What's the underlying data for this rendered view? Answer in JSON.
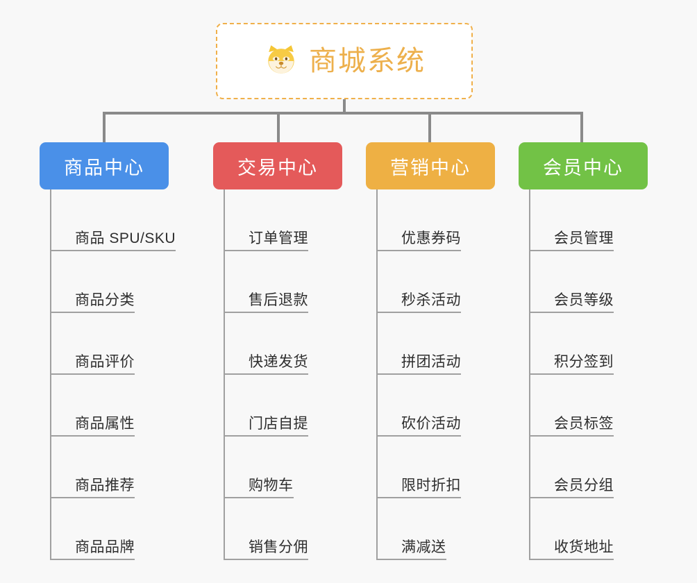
{
  "page": {
    "background_color": "#f8f8f8",
    "title": "商城系统"
  },
  "root": {
    "label": "商城系统",
    "icon": "shiba-dog-icon",
    "text_color": "#edb04c",
    "border_color": "#f0b04a",
    "background_color": "#ffffff"
  },
  "branches": [
    {
      "label": "商品中心",
      "color": "#4a90e8",
      "items": [
        "商品 SPU/SKU",
        "商品分类",
        "商品评价",
        "商品属性",
        "商品推荐",
        "商品品牌"
      ]
    },
    {
      "label": "交易中心",
      "color": "#e45a5a",
      "items": [
        "订单管理",
        "售后退款",
        "快递发货",
        "门店自提",
        "购物车",
        "销售分佣"
      ]
    },
    {
      "label": "营销中心",
      "color": "#eeb044",
      "items": [
        "优惠券码",
        "秒杀活动",
        "拼团活动",
        "砍价活动",
        "限时折扣",
        "满减送"
      ]
    },
    {
      "label": "会员中心",
      "color": "#72c246",
      "items": [
        "会员管理",
        "会员等级",
        "积分签到",
        "会员标签",
        "会员分组",
        "收货地址"
      ]
    }
  ],
  "connectors": {
    "line_color": "#8a8a8a",
    "leaf_line_color": "#a0a0a0"
  }
}
